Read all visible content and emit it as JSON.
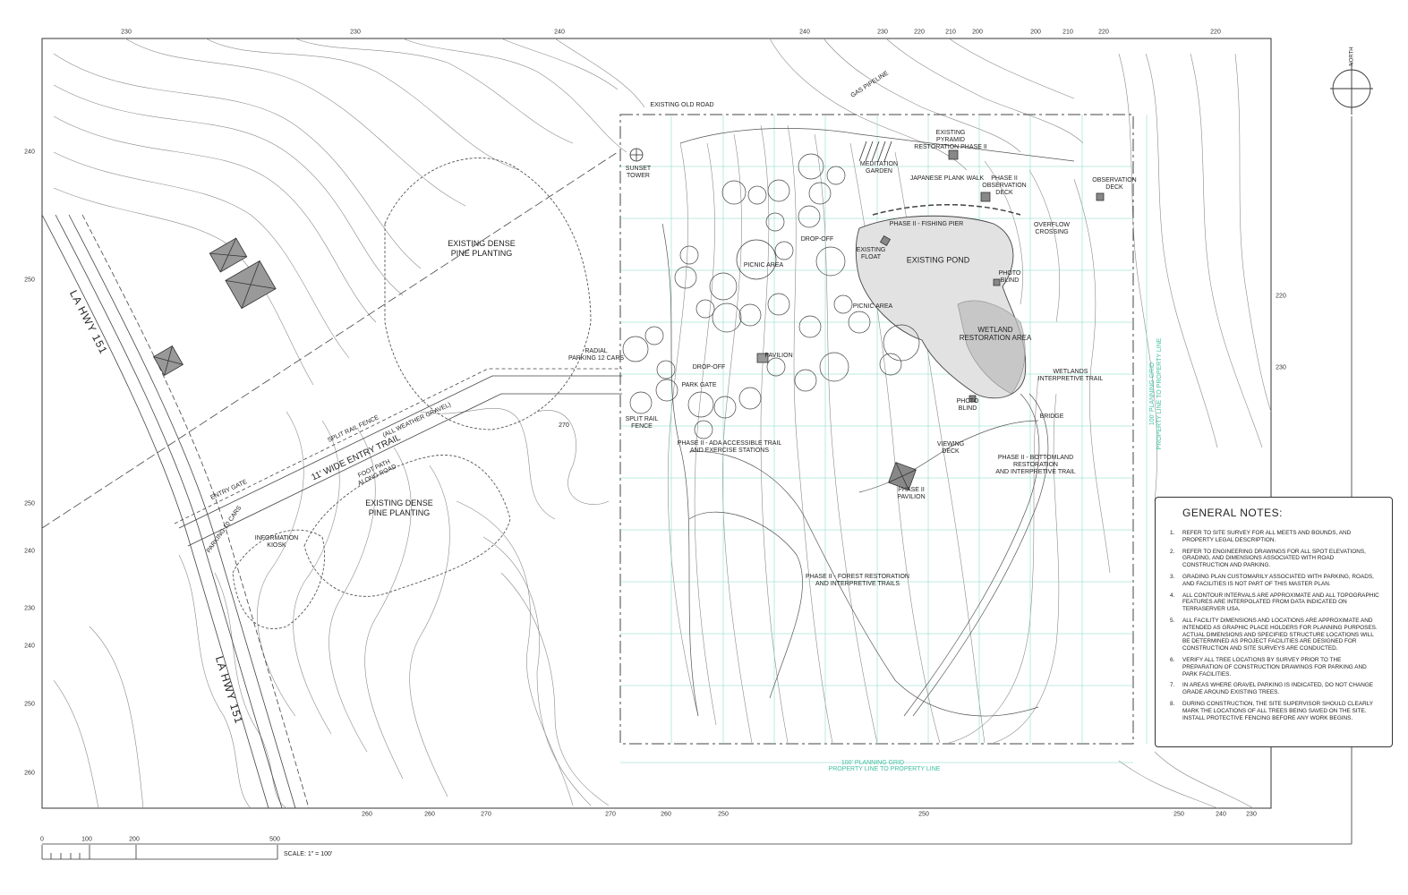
{
  "site_labels": {
    "existing_old_road": "EXISTING OLD ROAD",
    "gas_pipeline": "GAS PIPELINE",
    "sunset_tower": "SUNSET\nTOWER",
    "meditation_garden": "MEDITATION\nGARDEN",
    "pyramid_restoration": "EXISTING\nPYRAMID\nRESTORATION PHASE II",
    "japanese_plank_walk": "JAPANESE PLANK WALK",
    "phase2_observation_deck": "PHASE II\nOBSERVATION\nDECK",
    "observation_deck": "OBSERVATION\nDECK",
    "phase2_fishing_pier": "PHASE II - FISHING PIER",
    "overflow_crossing": "OVERFLOW\nCROSSING",
    "drop_off_top": "DROP-OFF",
    "existing_float": "EXISTING\nFLOAT",
    "existing_pond": "EXISTING POND",
    "picnic_area_1": "PICNIC AREA",
    "picnic_area_2": "PICNIC AREA",
    "photo_blind_1": "PHOTO\nBLIND",
    "photo_blind_2": "PHOTO\nBLIND",
    "wetland_restoration": "WETLAND\nRESTORATION AREA",
    "wetlands_trail": "WETLANDS\nINTERPRETIVE TRAIL",
    "radial_parking": "RADIAL\nPARKING 12 CARS",
    "drop_off_lower": "DROP-OFF",
    "pavilion": "PAVILION",
    "park_gate": "PARK GATE",
    "split_rail_fence_right": "SPLIT RAIL\nFENCE",
    "bridge": "BRIDGE",
    "viewing_deck": "VIEWING\nDECK",
    "ada_trail": "PHASE II - ADA ACCESSIBLE TRAIL\nAND EXERCISE STATIONS",
    "bottomland": "PHASE II - BOTTOMLAND\nRESTORATION\nAND INTERPRETIVE TRAIL",
    "phase2_pavilion": "PHASE II\nPAVILION",
    "forest_restoration": "PHASE II - FOREST RESTORATION\nAND INTERPRETIVE TRAILS",
    "dense_pine_1": "EXISTING DENSE\nPINE PLANTING",
    "dense_pine_2": "EXISTING DENSE\nPINE PLANTING",
    "entry_trail": "11' WIDE ENTRY TRAIL",
    "entry_trail_sub": "(ALL WEATHER GRAVEL)",
    "split_rail_fence_left": "SPLIT RAIL FENCE",
    "foot_path": "FOOT PATH\nALONG ROAD",
    "entry_gate": "ENTRY GATE",
    "parking_10": "PARKING 10 CARS",
    "info_kiosk": "INFORMATION\nKIOSK",
    "la_hwy_1": "LA HWY 151",
    "la_hwy_2": "LA HWY 151",
    "elev_270": "270",
    "grid_bottom": "100' PLANNING GRID",
    "grid_bottom_2": "PROPERTY LINE TO PROPERTY LINE",
    "grid_right": "100' PLANNING GRID",
    "grid_right_2": "PROPERTY LINE TO PROPERTY LINE"
  },
  "top_ticks": [
    "230",
    "230",
    "240",
    "240",
    "230",
    "220",
    "210",
    "200",
    "200",
    "210",
    "220",
    "220"
  ],
  "bottom_ticks": [
    "260",
    "260",
    "270",
    "270",
    "260",
    "250",
    "250",
    "250",
    "240",
    "230"
  ],
  "left_ticks": [
    "240",
    "250",
    "250",
    "240",
    "230",
    "240",
    "250",
    "260"
  ],
  "right_ticks": [
    "220",
    "230"
  ],
  "scale": {
    "ticks": [
      "0",
      "100",
      "200",
      "500"
    ],
    "label": "SCALE: 1\" = 100'"
  },
  "north_label": "NORTH",
  "notes": {
    "title": "GENERAL NOTES:",
    "items": [
      {
        "n": "1.",
        "text": "REFER TO SITE SURVEY FOR ALL MEETS AND BOUNDS, AND PROPERTY LEGAL DESCRIPTION."
      },
      {
        "n": "2.",
        "text": "REFER TO ENGINEERING DRAWINGS FOR ALL SPOT ELEVATIONS, GRADING, AND DIMENSIONS ASSOCIATED WITH ROAD CONSTRUCTION AND PARKING."
      },
      {
        "n": "3.",
        "text": "GRADING PLAN CUSTOMARILY ASSOCIATED WITH PARKING, ROADS, AND FACILITIES IS NOT PART OF THIS MASTER PLAN."
      },
      {
        "n": "4.",
        "text": "ALL CONTOUR INTERVALS ARE APPROXIMATE AND ALL TOPOGRAPHIC FEATURES ARE INTERPOLATED FROM DATA INDICATED ON TERRASERVER USA."
      },
      {
        "n": "5.",
        "text": "ALL FACILITY DIMENSIONS AND LOCATIONS ARE APPROXIMATE AND INTENDED AS GRAPHIC PLACE HOLDERS FOR PLANNING PURPOSES. ACTUAL DIMENSIONS AND SPECIFIED STRUCTURE LOCATIONS WILL BE DETERMINED AS PROJECT FACILITIES ARE DESIGNED FOR CONSTRUCTION AND SITE SURVEYS ARE CONDUCTED."
      },
      {
        "n": "6.",
        "text": "VERIFY ALL TREE LOCATIONS BY SURVEY PRIOR TO THE PREPARATION OF CONSTRUCTION DRAWINGS FOR PARKING AND PARK FACILITIES."
      },
      {
        "n": "7.",
        "text": "IN AREAS WHERE GRAVEL PARKING IS INDICATED, DO NOT CHANGE GRADE AROUND EXISTING TREES."
      },
      {
        "n": "8.",
        "text": "DURING CONSTRUCTION, THE SITE SUPERVISOR SHOULD CLEARLY MARK THE LOCATIONS OF ALL TREES BEING SAVED ON THE SITE. INSTALL PROTECTIVE FENCING BEFORE ANY WORK BEGINS."
      }
    ]
  },
  "colors": {
    "line": "#555555",
    "contour": "#8a8a8a",
    "grid": "#7fd6c0",
    "pond": "#e2e2e2"
  }
}
